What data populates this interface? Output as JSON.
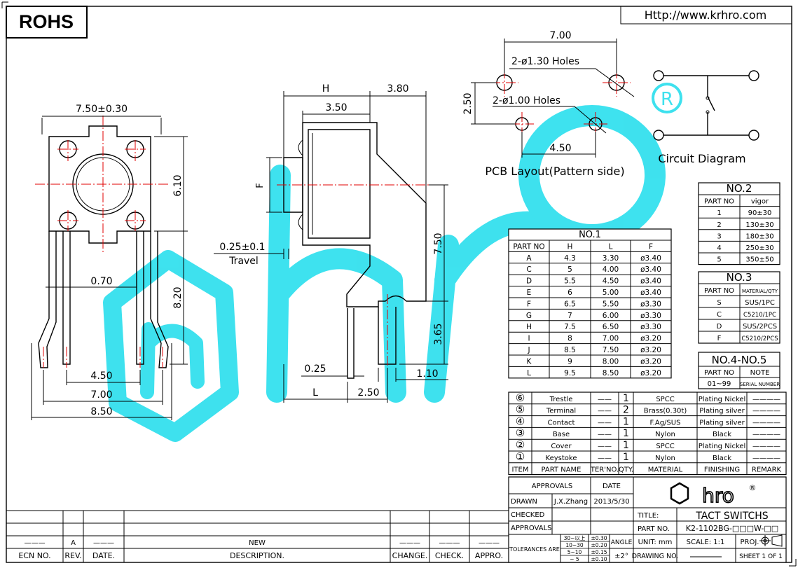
{
  "header": {
    "rohs": "ROHS",
    "url": "Http://www.krhro.com"
  },
  "dims": {
    "width_750": "7.50±0.30",
    "height_610": "6.10",
    "lead_820": "8.20",
    "pitch_070": "0.70",
    "pitch_450": "4.50",
    "pitch_700": "7.00",
    "pitch_850": "8.50",
    "h": "H",
    "d380": "3.80",
    "d350": "3.50",
    "f": "F",
    "travel_val": "0.25±0.1",
    "travel": "Travel",
    "d750": "7.50",
    "d365": "3.65",
    "d025": "0.25",
    "d110": "1.10",
    "l": "L",
    "d250": "2.50"
  },
  "pcb": {
    "d700": "7.00",
    "holes130": "2-ø1.30 Holes",
    "d250": "2.50",
    "holes100": "2-ø1.00 Holes",
    "d450": "4.50",
    "title": "PCB Layout(Pattern side)"
  },
  "circuit": {
    "title": "Circuit Diagram",
    "registered": "R"
  },
  "no1": {
    "title": "NO.1",
    "headers": [
      "PART NO",
      "H",
      "L",
      "F"
    ],
    "rows": [
      [
        "A",
        "4.3",
        "3.30",
        "ø3.40"
      ],
      [
        "C",
        "5",
        "4.00",
        "ø3.40"
      ],
      [
        "D",
        "5.5",
        "4.50",
        "ø3.40"
      ],
      [
        "E",
        "6",
        "5.00",
        "ø3.40"
      ],
      [
        "F",
        "6.5",
        "5.50",
        "ø3.30"
      ],
      [
        "G",
        "7",
        "6.00",
        "ø3.30"
      ],
      [
        "H",
        "7.5",
        "6.50",
        "ø3.30"
      ],
      [
        "I",
        "8",
        "7.00",
        "ø3.20"
      ],
      [
        "J",
        "8.5",
        "7.50",
        "ø3.20"
      ],
      [
        "K",
        "9",
        "8.00",
        "ø3.20"
      ],
      [
        "L",
        "9.5",
        "8.50",
        "ø3.20"
      ]
    ]
  },
  "no2": {
    "title": "NO.2",
    "headers": [
      "PART NO",
      "vigor"
    ],
    "rows": [
      [
        "1",
        "90±30"
      ],
      [
        "2",
        "130±30"
      ],
      [
        "3",
        "180±30"
      ],
      [
        "4",
        "250±30"
      ],
      [
        "5",
        "350±50"
      ]
    ]
  },
  "no3": {
    "title": "NO.3",
    "headers": [
      "PART NO",
      "MATERIAL/QTY"
    ],
    "rows": [
      [
        "S",
        "SUS/1PC"
      ],
      [
        "C",
        "C5210/1PC"
      ],
      [
        "D",
        "SUS/2PCS"
      ],
      [
        "F",
        "C5210/2PCS"
      ]
    ]
  },
  "no45": {
    "title": "NO.4-NO.5",
    "headers": [
      "PART NO",
      "NOTE"
    ],
    "rows": [
      [
        "01~99",
        "SERIAL NUMBER"
      ]
    ]
  },
  "bom": {
    "rows": [
      [
        "⑥",
        "Trestle",
        "——",
        "1",
        "SPCC",
        "Plating Nickel",
        "————"
      ],
      [
        "⑤",
        "Terminal",
        "——",
        "2",
        "Brass(0.30t)",
        "Plating silver",
        "————"
      ],
      [
        "④",
        "Contact",
        "——",
        "1",
        "F.Ag/SUS",
        "Plating silver",
        "————"
      ],
      [
        "③",
        "Base",
        "——",
        "1",
        "Nylon",
        "Black",
        "————"
      ],
      [
        "②",
        "Cover",
        "——",
        "1",
        "SPCC",
        "Plating Nickel",
        "————"
      ],
      [
        "①",
        "Keystoke",
        "——",
        "1",
        "Nylon",
        "Black",
        "————"
      ]
    ],
    "headers": [
      "ITEM",
      "PART NAME",
      "TER'NO.",
      "QTY.",
      "MATERIAL",
      "FINISHING",
      "REMARK"
    ]
  },
  "title_block": {
    "approvals_header": "APPROVALS",
    "date_header": "DATE",
    "drawn": "DRAWN",
    "drawn_name": "J.X.Zhang",
    "drawn_date": "2013/5/30",
    "checked": "CHECKED",
    "approvals": "APPROVALS",
    "title_label": "TITLE:",
    "title_value": "TACT SWITCHS",
    "part_no_label": "PART NO.",
    "part_no_value": "K2-1102BG-□□□W-□□",
    "tolerances": "TOLERANCES ARE",
    "tol_ranges": [
      "30~以上",
      "10~30",
      "5~10",
      "~ 5"
    ],
    "tol_values": [
      "±0.30",
      "±0.20",
      "±0.15",
      "±0.10"
    ],
    "angle": "ANGLE",
    "angle_value": "±2°",
    "unit": "UNIT: mm",
    "scale": "SCALE:  1:1",
    "proj": "PROJ.",
    "drawing_no": "DRAWING NO.",
    "sheet": "SHEET  1 OF 1",
    "logo_text": "hro",
    "logo_reg": "®"
  },
  "revision_block": {
    "rev_value": "A",
    "description_value": "NEW",
    "dash": "———",
    "headers": [
      "ECN NO.",
      "REV.",
      "DATE.",
      "DESCRIPTION.",
      "CHANGE.",
      "CHECK.",
      "APPRO."
    ]
  }
}
